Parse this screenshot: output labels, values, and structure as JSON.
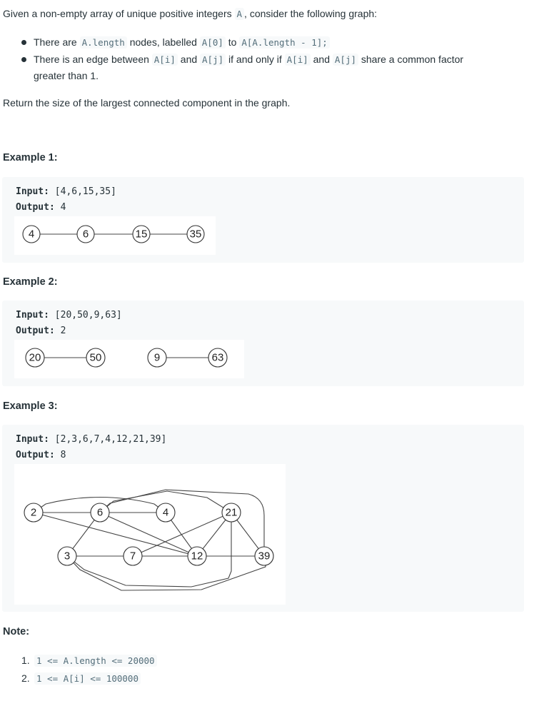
{
  "intro": {
    "pre": "Given a non-empty array of unique positive integers ",
    "code": "A",
    "post": ", consider the following graph:"
  },
  "bullets": [
    {
      "t1": "There are ",
      "c1": "A.length",
      "t2": " nodes, labelled ",
      "c2": "A[0]",
      "t3": " to ",
      "c3": "A[A.length - 1];"
    },
    {
      "t1": "There is an edge between ",
      "c1": "A[i]",
      "t2": " and ",
      "c2": "A[j]",
      "t3": " if and only if ",
      "c3": "A[i]",
      "t4": " and ",
      "c4": "A[j]",
      "t5": " share a common factor",
      "t6": "greater than 1."
    }
  ],
  "return_text": "Return the size of the largest connected component in the graph.",
  "examples": [
    {
      "title": "Example 1:",
      "input_label": "Input:",
      "input_value": "[4,6,15,35]",
      "output_label": "Output:",
      "output_value": "4",
      "nodes": [
        "4",
        "6",
        "15",
        "35"
      ]
    },
    {
      "title": "Example 2:",
      "input_label": "Input:",
      "input_value": "[20,50,9,63]",
      "output_label": "Output:",
      "output_value": "2",
      "nodes": [
        "20",
        "50",
        "9",
        "63"
      ]
    },
    {
      "title": "Example 3:",
      "input_label": "Input:",
      "input_value": "[2,3,6,7,4,12,21,39]",
      "output_label": "Output:",
      "output_value": "8",
      "nodes": [
        "2",
        "6",
        "4",
        "21",
        "3",
        "7",
        "12",
        "39"
      ]
    }
  ],
  "note": {
    "title": "Note:",
    "items": [
      {
        "num": "1.",
        "code": "1 <= A.length <= 20000"
      },
      {
        "num": "2.",
        "code": "1 <= A[i] <= 100000"
      }
    ]
  }
}
